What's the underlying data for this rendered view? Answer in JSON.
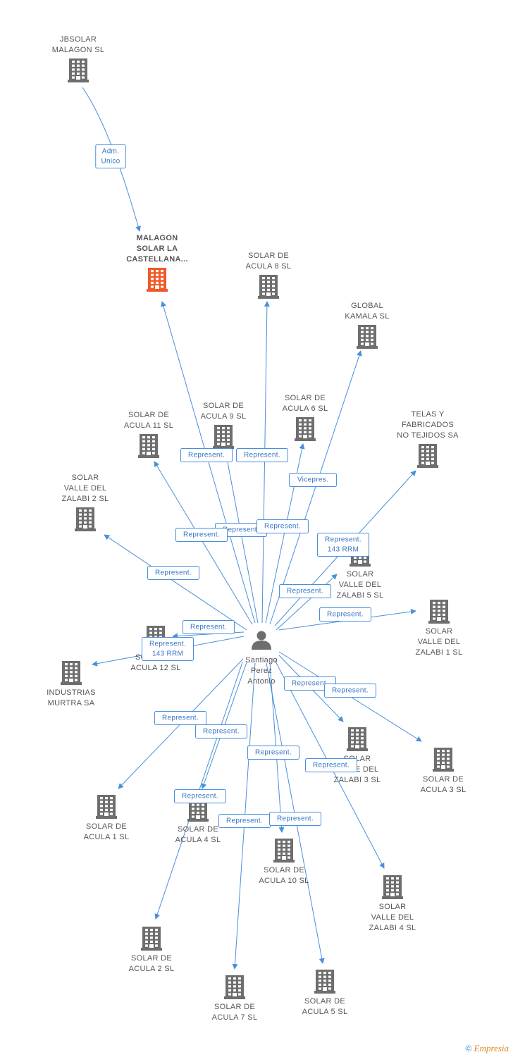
{
  "colors": {
    "company": "#6e6e6e",
    "highlight": "#f05a28",
    "person": "#6e6e6e",
    "edge": "#4a8fdc"
  },
  "nodes": [
    {
      "id": "jbsolar",
      "type": "company",
      "lines": [
        "JBSOLAR",
        "MALAGON SL"
      ]
    },
    {
      "id": "malagon",
      "type": "company",
      "highlight": true,
      "lines": [
        "MALAGON",
        "SOLAR LA",
        "CASTELLANA..."
      ]
    },
    {
      "id": "acula8",
      "type": "company",
      "lines": [
        "SOLAR DE",
        "ACULA 8 SL"
      ]
    },
    {
      "id": "global",
      "type": "company",
      "lines": [
        "GLOBAL",
        "KAMALA SL"
      ]
    },
    {
      "id": "acula9",
      "type": "company",
      "lines": [
        "SOLAR DE",
        "ACULA 9 SL"
      ]
    },
    {
      "id": "acula6",
      "type": "company",
      "lines": [
        "SOLAR DE",
        "ACULA 6 SL"
      ]
    },
    {
      "id": "acula11",
      "type": "company",
      "lines": [
        "SOLAR DE",
        "ACULA 11 SL"
      ]
    },
    {
      "id": "telas",
      "type": "company",
      "lines": [
        "TELAS Y",
        "FABRICADOS",
        "NO TEJIDOS SA"
      ]
    },
    {
      "id": "zalabi2",
      "type": "company",
      "lines": [
        "SOLAR",
        "VALLE DEL",
        "ZALABI 2 SL"
      ]
    },
    {
      "id": "zalabi5",
      "type": "company",
      "lines": [
        "SOLAR",
        "VALLE DEL",
        "ZALABI 5 SL"
      ]
    },
    {
      "id": "zalabi1",
      "type": "company",
      "lines": [
        "SOLAR",
        "VALLE DEL",
        "ZALABI 1 SL"
      ]
    },
    {
      "id": "acula12",
      "type": "company",
      "lines": [
        "SOLAR DE",
        "ACULA 12 SL"
      ]
    },
    {
      "id": "murtra",
      "type": "company",
      "lines": [
        "INDUSTRIAS",
        "MURTRA SA"
      ]
    },
    {
      "id": "person",
      "type": "person",
      "lines": [
        "Santiago",
        "Perez",
        "Antonio"
      ]
    },
    {
      "id": "zalabi3",
      "type": "company",
      "lines": [
        "SOLAR",
        "VALLE DEL",
        "ZALABI 3 SL"
      ]
    },
    {
      "id": "acula3",
      "type": "company",
      "lines": [
        "SOLAR DE",
        "ACULA 3 SL"
      ]
    },
    {
      "id": "acula1",
      "type": "company",
      "lines": [
        "SOLAR DE",
        "ACULA 1 SL"
      ]
    },
    {
      "id": "acula4",
      "type": "company",
      "lines": [
        "SOLAR DE",
        "ACULA 4 SL"
      ]
    },
    {
      "id": "acula10",
      "type": "company",
      "lines": [
        "SOLAR DE",
        "ACULA 10 SL"
      ]
    },
    {
      "id": "zalabi4",
      "type": "company",
      "lines": [
        "SOLAR",
        "VALLE DEL",
        "ZALABI 4 SL"
      ]
    },
    {
      "id": "acula2",
      "type": "company",
      "lines": [
        "SOLAR DE",
        "ACULA 2 SL"
      ]
    },
    {
      "id": "acula7",
      "type": "company",
      "lines": [
        "SOLAR DE",
        "ACULA 7 SL"
      ]
    },
    {
      "id": "acula5",
      "type": "company",
      "lines": [
        "SOLAR DE",
        "ACULA 5 SL"
      ]
    }
  ],
  "edges": [
    {
      "from": "jbsolar",
      "to": "malagon",
      "label": [
        "Adm.",
        "Unico"
      ]
    },
    {
      "from": "person",
      "to": "malagon",
      "label": [
        "Represent."
      ]
    },
    {
      "from": "person",
      "to": "acula8",
      "label": [
        "Represent."
      ]
    },
    {
      "from": "person",
      "to": "global",
      "label": [
        "Vicepres."
      ]
    },
    {
      "from": "person",
      "to": "acula9",
      "label": [
        "Represent."
      ]
    },
    {
      "from": "person",
      "to": "acula6",
      "label": [
        "Represent."
      ]
    },
    {
      "from": "person",
      "to": "acula11",
      "label": [
        "Represent."
      ]
    },
    {
      "from": "person",
      "to": "telas",
      "label": [
        "Represent.",
        "143 RRM"
      ]
    },
    {
      "from": "person",
      "to": "zalabi2",
      "label": [
        "Represent."
      ]
    },
    {
      "from": "person",
      "to": "zalabi5",
      "label": [
        "Represent."
      ]
    },
    {
      "from": "person",
      "to": "zalabi1",
      "label": [
        "Represent."
      ]
    },
    {
      "from": "person",
      "to": "acula12",
      "label": [
        "Represent."
      ]
    },
    {
      "from": "person",
      "to": "murtra",
      "label": [
        "Represent.",
        "143 RRM"
      ]
    },
    {
      "from": "person",
      "to": "zalabi3",
      "label": [
        "Represent."
      ]
    },
    {
      "from": "person",
      "to": "acula3",
      "label": [
        "Represent."
      ]
    },
    {
      "from": "person",
      "to": "acula1",
      "label": [
        "Represent."
      ]
    },
    {
      "from": "person",
      "to": "acula4",
      "label": [
        "Represent."
      ]
    },
    {
      "from": "person",
      "to": "acula10",
      "label": [
        "Represent."
      ]
    },
    {
      "from": "person",
      "to": "zalabi4",
      "label": [
        "Represent."
      ]
    },
    {
      "from": "person",
      "to": "acula2",
      "label": [
        "Represent."
      ]
    },
    {
      "from": "person",
      "to": "acula7",
      "label": [
        "Represent."
      ]
    },
    {
      "from": "person",
      "to": "acula5",
      "label": [
        "Represent."
      ]
    }
  ],
  "footer": {
    "copyright": "©",
    "brand": "Empresia"
  }
}
